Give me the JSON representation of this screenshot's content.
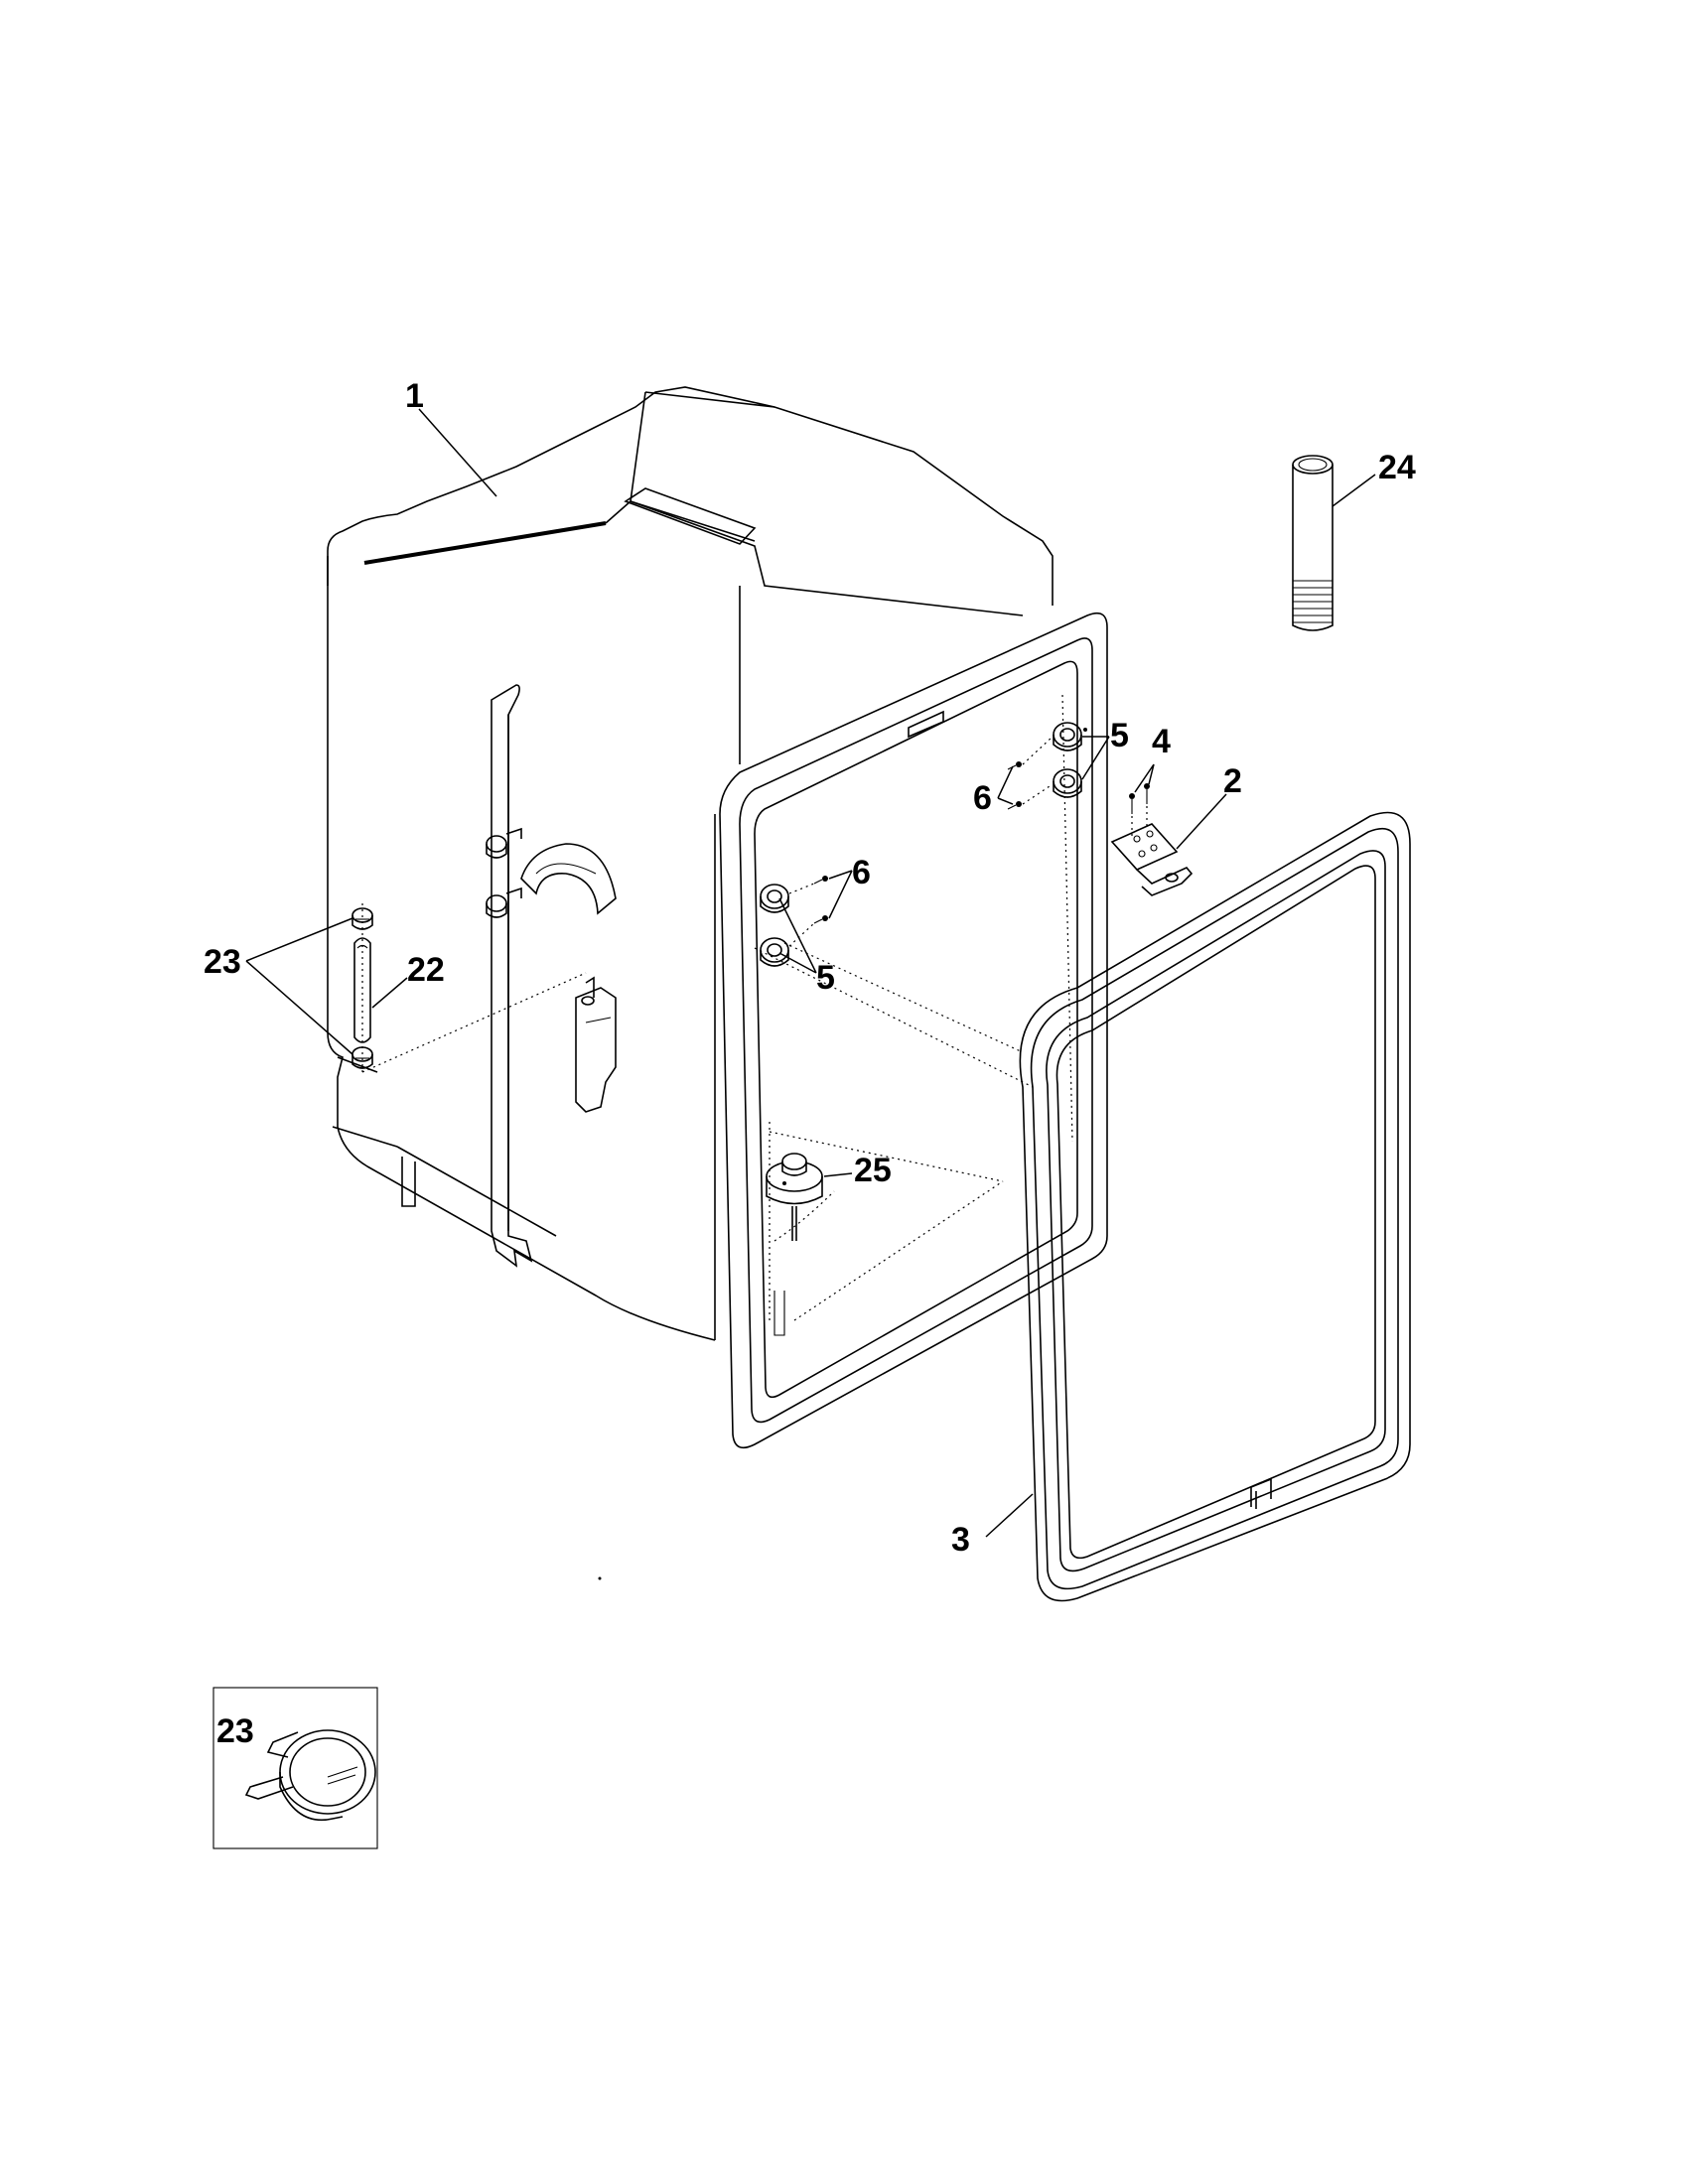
{
  "callouts": {
    "tub": "1",
    "hinge_bracket": "2",
    "door_gasket": "3",
    "screws": "4",
    "rack_rollers_right": "5",
    "rack_rollers_left": "5",
    "roller_screws_right": "6",
    "roller_screws_left": "6",
    "hose": "22",
    "clamps": "23",
    "inset_clamp": "23",
    "spacer_tube": "24",
    "float_switch": "25"
  }
}
